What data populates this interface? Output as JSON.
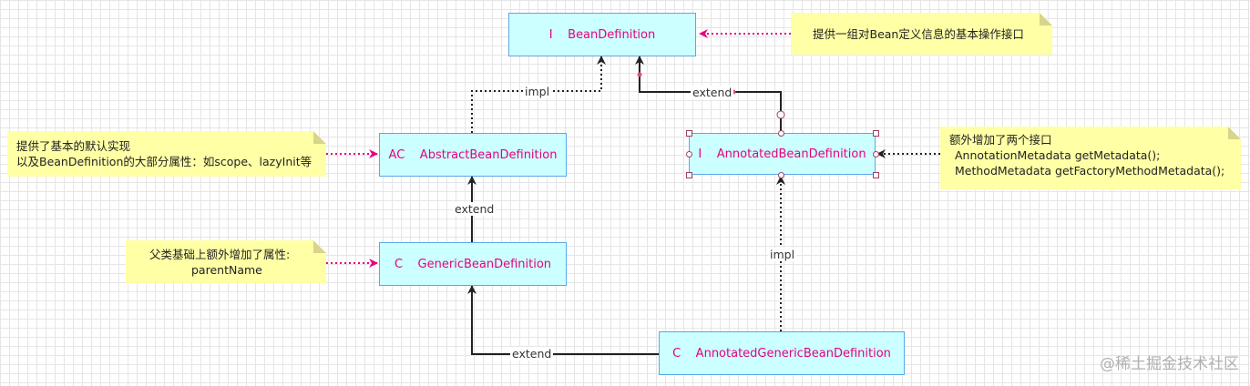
{
  "nodes": {
    "bean_definition": "I    BeanDefinition",
    "abstract_bean_definition": "AC    AbstractBeanDefinition",
    "annotated_bean_definition": "I    AnnotatedBeanDefinition",
    "generic_bean_definition": "C    GenericBeanDefinition",
    "annotated_generic_bean_definition": "C    AnnotatedGenericBeanDefinition"
  },
  "notes": {
    "bean_definition_note": "提供一组对Bean定义信息的基本操作接口",
    "abstract_note_line1": "提供了基本的默认实现",
    "abstract_note_line2": "以及BeanDefinition的大部分属性：如scope、lazyInit等",
    "generic_note_line1": "父类基础上额外增加了属性:",
    "generic_note_line2": "parentName",
    "annotated_note_line1": "额外增加了两个接口",
    "annotated_note_line2": "AnnotationMetadata getMetadata();",
    "annotated_note_line3": "MethodMetadata getFactoryMethodMetadata();"
  },
  "edges": {
    "abstract_to_bean": "impl",
    "annotated_to_bean": "extend",
    "generic_to_abstract": "extend",
    "annotated_generic_to_annotated": "impl",
    "annotated_generic_to_generic": "extend"
  },
  "watermark": "@稀土掘金技术社区",
  "colors": {
    "box_fill": "#ccffff",
    "box_border": "#5aa8e8",
    "box_text": "#e6007e",
    "note_fill": "#ffffa6",
    "note_arrow": "#e6007e",
    "edge": "#222222"
  }
}
